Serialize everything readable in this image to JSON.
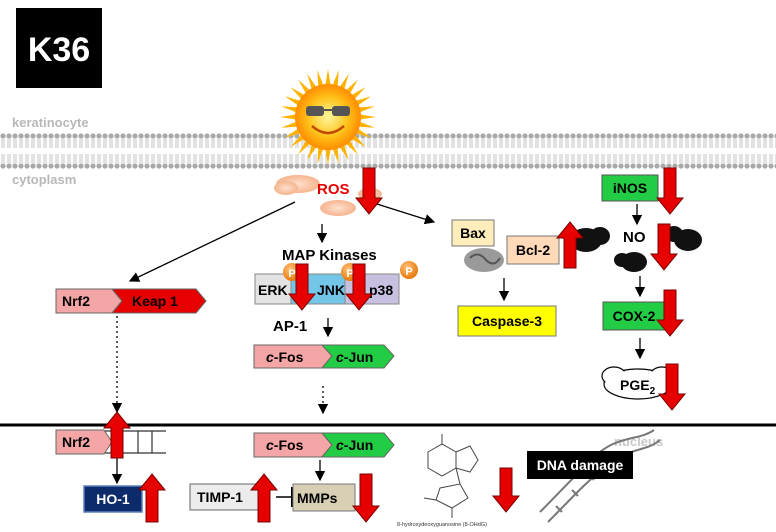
{
  "badge": "K36",
  "membrane": {
    "outside": "keratinocyte",
    "inside": "cytoplasm"
  },
  "nucleus_label": "nucleus",
  "ros": "ROS",
  "map_kinases": {
    "title": "MAP Kinases",
    "erk": "ERK",
    "jnk": "JNK",
    "p38": "p38",
    "phospho": "P"
  },
  "ap1": "AP-1",
  "cfos": "-Fos",
  "cjun": "-Jun",
  "c_italic": "c",
  "nrf2": "Nrf2",
  "keap1": "Keap 1",
  "bax": "Bax",
  "bcl2": "Bcl-2",
  "caspase3": "Caspase-3",
  "inos": "iNOS",
  "no": "NO",
  "cox2": "COX-2",
  "pge": "PGE",
  "pge_sub": "2",
  "ho1": "HO-1",
  "timp1": "TIMP-1",
  "mmps": "MMPs",
  "dna_damage": "DNA damage",
  "ohdg_caption": "8-hydroxydeoxyguanosine (8-OHdG)",
  "colors": {
    "up_arrow": "#e60000",
    "down_arrow": "#e60000",
    "pink_box": "#f4a6a6",
    "green_box": "#22cc44",
    "yellow_box": "#ffff00",
    "navy_box": "#0d2b6b",
    "tan_box": "#d8cfb4",
    "lavender_box": "#c8c0e0",
    "membrane": "#9a9a9a"
  }
}
